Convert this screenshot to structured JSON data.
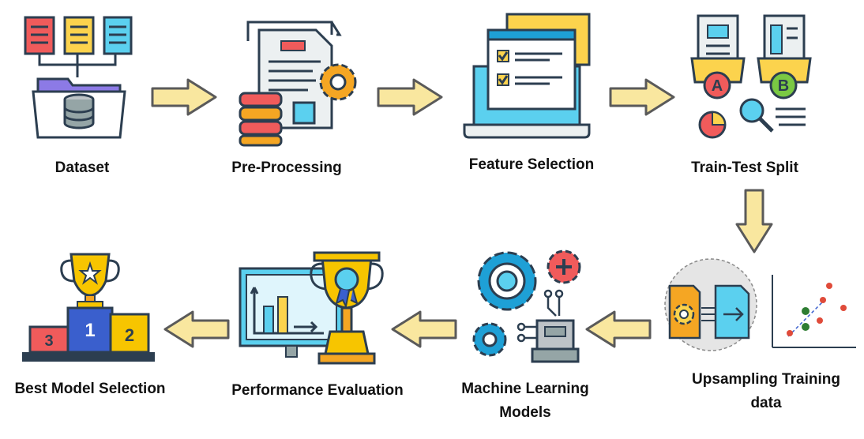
{
  "stages": [
    {
      "label": "Dataset"
    },
    {
      "label": "Pre-Processing"
    },
    {
      "label": "Feature Selection"
    },
    {
      "label": "Train-Test Split"
    },
    {
      "label": "Upsampling Training data"
    },
    {
      "label": "Machine Learning Models"
    },
    {
      "label": "Performance Evaluation"
    },
    {
      "label": "Best Model Selection"
    }
  ],
  "icon_names": [
    "dataset-folder-icon",
    "document-gear-icon",
    "laptop-checklist-icon",
    "ab-split-icon",
    "upsampling-icon",
    "gears-robot-icon",
    "trophy-chart-icon",
    "podium-icon"
  ],
  "podium_places": {
    "first": "1",
    "second": "2",
    "third": "3"
  },
  "split_labels": {
    "a": "A",
    "b": "B"
  },
  "colors": {
    "arrow_fill": "#f9e79f",
    "arrow_stroke": "#5a5a5a",
    "orange": "#f5a623",
    "blue": "#1ea0d6",
    "red": "#e04b3a",
    "yellow": "#f7c500",
    "navy": "#2c3e50"
  }
}
